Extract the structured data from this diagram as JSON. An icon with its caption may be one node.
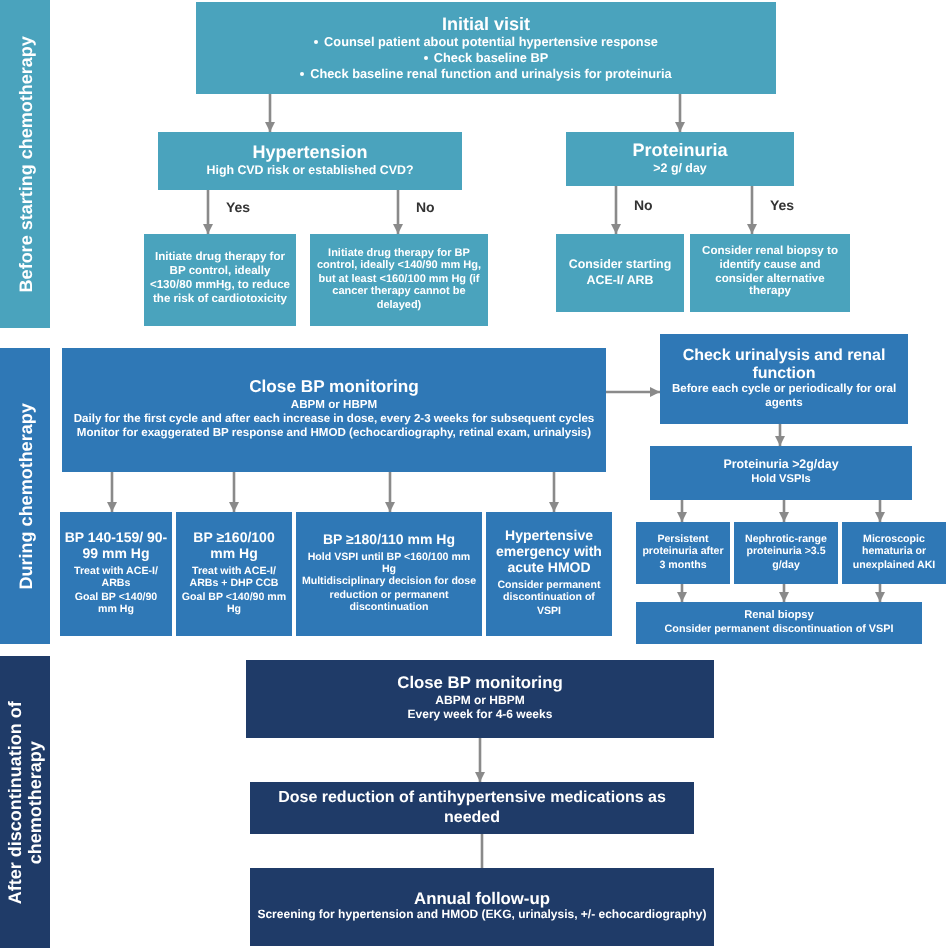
{
  "diagram": {
    "nodes": [
      {
        "text": [
          "Before starting chemotherapy"
        ]
      },
      {
        "text": [
          "Initial visit",
          "Counsel patient about potential hypertensive response",
          "Check baseline BP",
          "Check baseline renal function and urinalysis for proteinuria"
        ]
      },
      {
        "text": [
          "Hypertension",
          "High CVD risk or established CVD?"
        ]
      },
      {
        "text": [
          "Proteinuria",
          ">2 g/ day"
        ]
      },
      {
        "text": [
          "Initiate drug therapy for BP control, ideally <130/80 mmHg, to reduce the risk of cardiotoxicity"
        ]
      },
      {
        "text": [
          "Initiate drug therapy for BP control, ideally <140/90 mm Hg, but at least <160/100 mm Hg (if cancer therapy cannot be delayed)"
        ]
      },
      {
        "text": [
          "Consider starting ACE-I/ ARB"
        ]
      },
      {
        "text": [
          "Consider renal biopsy to identify cause and consider alternative therapy"
        ]
      },
      {
        "text": [
          "During chemotherapy"
        ]
      },
      {
        "text": [
          "Close BP monitoring",
          "ABPM or HBPM",
          "Daily for the first cycle and after each increase in dose, every 2-3 weeks for subsequent cycles",
          "Monitor for exaggerated BP response and HMOD (echocardiography, retinal exam, urinalysis)"
        ]
      },
      {
        "text": [
          "Check urinalysis and renal function",
          "Before each cycle or periodically for oral agents"
        ]
      },
      {
        "text": [
          "Proteinuria >2g/day",
          "Hold VSPIs"
        ]
      },
      {
        "text": [
          "BP 140-159/ 90-99 mm Hg",
          "Treat with ACE-I/ ARBs",
          "Goal BP <140/90 mm Hg"
        ]
      },
      {
        "text": [
          "BP ≥160/100 mm Hg",
          "Treat with ACE-I/ ARBs + DHP CCB",
          "Goal BP <140/90 mm Hg"
        ]
      },
      {
        "text": [
          "BP ≥180/110 mm Hg",
          "Hold VSPI until BP <160/100 mm Hg",
          "Multidisciplinary decision for dose reduction or permanent discontinuation"
        ]
      },
      {
        "text": [
          "Hypertensive emergency with acute HMOD",
          "Consider permanent discontinuation of VSPI"
        ]
      },
      {
        "text": [
          "Persistent proteinuria after 3 months"
        ]
      },
      {
        "text": [
          "Nephrotic-range proteinuria >3.5 g/day"
        ]
      },
      {
        "text": [
          "Microscopic hematuria or unexplained AKI"
        ]
      },
      {
        "text": [
          "Renal biopsy",
          "Consider permanent discontinuation of VSPI"
        ]
      },
      {
        "text": [
          "After discontinuation of chemotherapy"
        ]
      },
      {
        "text": [
          "Close BP monitoring",
          "ABPM or HBPM",
          "Every week for 4-6 weeks"
        ]
      },
      {
        "text": [
          "Dose reduction of antihypertensive medications as needed"
        ]
      },
      {
        "text": [
          "Annual follow-up",
          "Screening for hypertension and HMOD (EKG, urinalysis, +/- echocardiography)"
        ]
      }
    ],
    "edges": [
      {
        "from": 1,
        "to": 2,
        "arrow": "to"
      },
      {
        "from": 1,
        "to": 3,
        "arrow": "to"
      },
      {
        "from": 2,
        "to": 4,
        "arrow": "to",
        "label": "Yes"
      },
      {
        "from": 2,
        "to": 5,
        "arrow": "to",
        "label": "No"
      },
      {
        "from": 3,
        "to": 6,
        "arrow": "to",
        "label": "No"
      },
      {
        "from": 3,
        "to": 7,
        "arrow": "to",
        "label": "Yes"
      },
      {
        "from": 9,
        "to": 10,
        "arrow": "to"
      },
      {
        "from": 10,
        "to": 11,
        "arrow": "to"
      },
      {
        "from": 9,
        "to": 12,
        "arrow": "to"
      },
      {
        "from": 9,
        "to": 13,
        "arrow": "to"
      },
      {
        "from": 9,
        "to": 14,
        "arrow": "to"
      },
      {
        "from": 9,
        "to": 15,
        "arrow": "to"
      },
      {
        "from": 11,
        "to": 16,
        "arrow": "to"
      },
      {
        "from": 11,
        "to": 17,
        "arrow": "to"
      },
      {
        "from": 11,
        "to": 18,
        "arrow": "to"
      },
      {
        "from": 16,
        "to": 19,
        "arrow": "to"
      },
      {
        "from": 17,
        "to": 19,
        "arrow": "to"
      },
      {
        "from": 18,
        "to": 19,
        "arrow": "to"
      },
      {
        "from": 21,
        "to": 22,
        "arrow": "to"
      },
      {
        "from": 22,
        "to": 23,
        "arrow": "none"
      }
    ]
  }
}
